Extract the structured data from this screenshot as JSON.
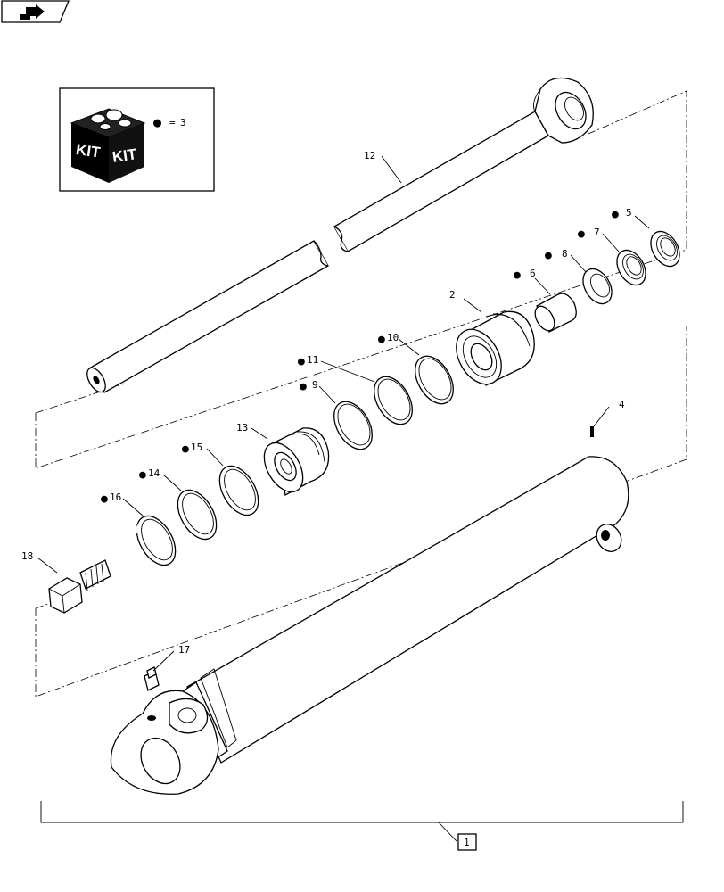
{
  "kit": {
    "text_left": "KIT",
    "text_right": "KIT",
    "legend_symbol": "●",
    "legend_equals": "=",
    "legend_ref": "3"
  },
  "callouts": {
    "c2": "2",
    "c4": "4",
    "c5": "5",
    "c6": "6",
    "c7": "7",
    "c8": "8",
    "c9": "9",
    "c10": "10",
    "c11": "11",
    "c12": "12",
    "c13": "13",
    "c14": "14",
    "c15": "15",
    "c16": "16",
    "c17": "17",
    "c18": "18"
  },
  "assembly_ref": "1",
  "kit_marker": "●"
}
